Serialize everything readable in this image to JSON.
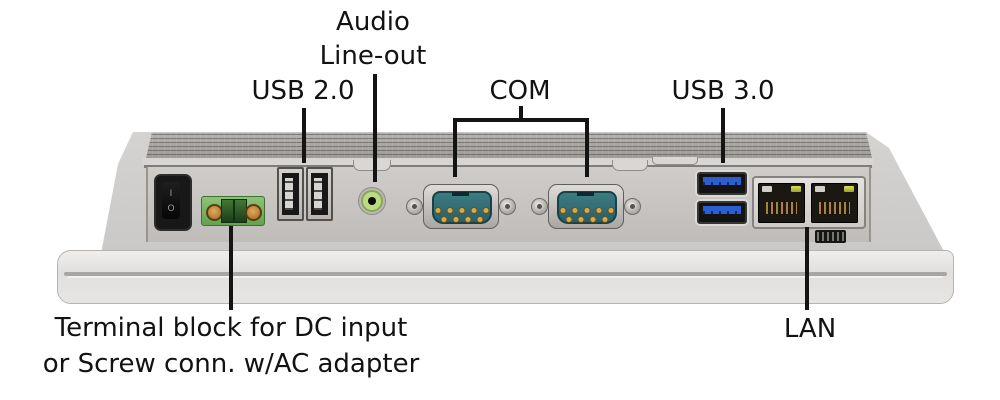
{
  "diagram": {
    "background": "#ffffff",
    "text_color": "#121212",
    "pointer_line_color": "#141414"
  },
  "callouts": {
    "audio_line1": "Audio",
    "audio_line2": "Line-out",
    "usb2": "USB 2.0",
    "com": "COM",
    "usb3": "USB 3.0",
    "terminal_line1": "Terminal block for DC input",
    "terminal_line2": "or Screw conn. w/AC adapter",
    "lan": "LAN"
  },
  "device": {
    "power_switch_marks": {
      "on": "I",
      "off": "O"
    },
    "ports": [
      {
        "id": "power-switch",
        "kind": "rocker-switch"
      },
      {
        "id": "dc-terminal-block",
        "kind": "2-pin-terminal-block"
      },
      {
        "id": "usb2-port-1",
        "kind": "usb-a-2.0"
      },
      {
        "id": "usb2-port-2",
        "kind": "usb-a-2.0"
      },
      {
        "id": "audio-line-out-jack",
        "kind": "3.5mm-jack"
      },
      {
        "id": "com-port-1",
        "kind": "db9-serial"
      },
      {
        "id": "com-port-2",
        "kind": "db9-serial"
      },
      {
        "id": "usb3-port-1",
        "kind": "usb-a-3.0"
      },
      {
        "id": "usb3-port-2",
        "kind": "usb-a-3.0"
      },
      {
        "id": "lan-port-1",
        "kind": "rj45"
      },
      {
        "id": "lan-port-2",
        "kind": "rj45"
      }
    ],
    "colors": {
      "case_grey": "#d6d4d2",
      "io_panel_grey": "#c7c4c1",
      "terminal_green": "#74b35e",
      "audio_jack_green": "#bcdc82",
      "com_insert_teal": "#33727a",
      "usb3_blue": "#2c5ecf",
      "lan_led_green": "#b7c437"
    }
  }
}
